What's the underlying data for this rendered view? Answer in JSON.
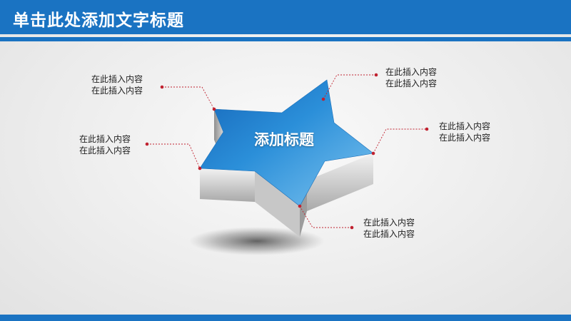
{
  "header": {
    "title": "单击此处添加文字标题"
  },
  "star": {
    "title": "添加标题"
  },
  "callouts": [
    {
      "line1": "在此插入内容",
      "line2": "在此插入内容"
    },
    {
      "line1": "在此插入内容",
      "line2": "在此插入内容"
    },
    {
      "line1": "在此插入内容",
      "line2": "在此插入内容"
    },
    {
      "line1": "在此插入内容",
      "line2": "在此插入内容"
    },
    {
      "line1": "在此插入内容",
      "line2": "在此插入内容"
    }
  ],
  "colors": {
    "brand": "#1a73c2",
    "accent_dot": "#c0212f",
    "star_top": "#2e8fd8",
    "star_side": "#bdbdbd"
  }
}
